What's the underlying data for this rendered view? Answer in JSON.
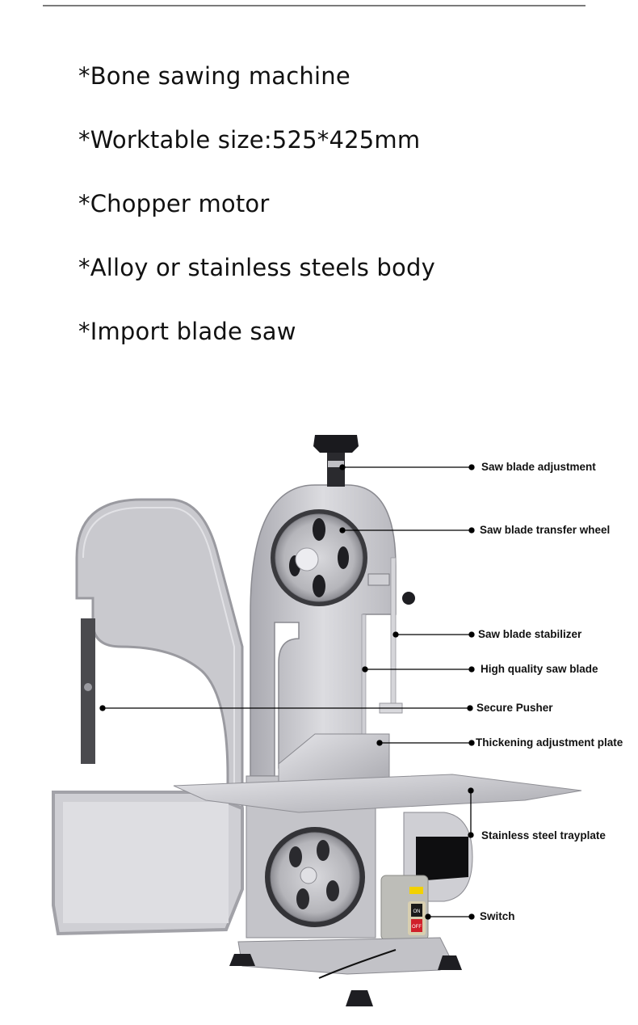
{
  "header": {
    "divider": true
  },
  "features": [
    "*Bone sawing machine",
    "*Worktable size:525*425mm",
    "*Chopper motor",
    "*Alloy or stainless steels body",
    "*Import blade saw"
  ],
  "diagram": {
    "subject": "Bone sawing machine (band saw) with open door",
    "callouts": [
      {
        "label": "Saw blade adjustment"
      },
      {
        "label": "Saw blade transfer wheel"
      },
      {
        "label": "Saw blade stabilizer"
      },
      {
        "label": "High quality saw blade"
      },
      {
        "label": "Secure Pusher"
      },
      {
        "label": "Thickening adjustment plate"
      },
      {
        "label": "Stainless steel trayplate"
      },
      {
        "label": "Switch"
      }
    ],
    "switch": {
      "on_label": "ON",
      "off_label": "OFF"
    }
  },
  "colors": {
    "text": "#111111",
    "rule": "#7a7a7a",
    "metal_light": "#d9d9de",
    "metal_mid": "#b4b4ba",
    "metal_dark": "#6e6e74",
    "switch_red": "#d0202a",
    "switch_label": "#f2d100"
  }
}
